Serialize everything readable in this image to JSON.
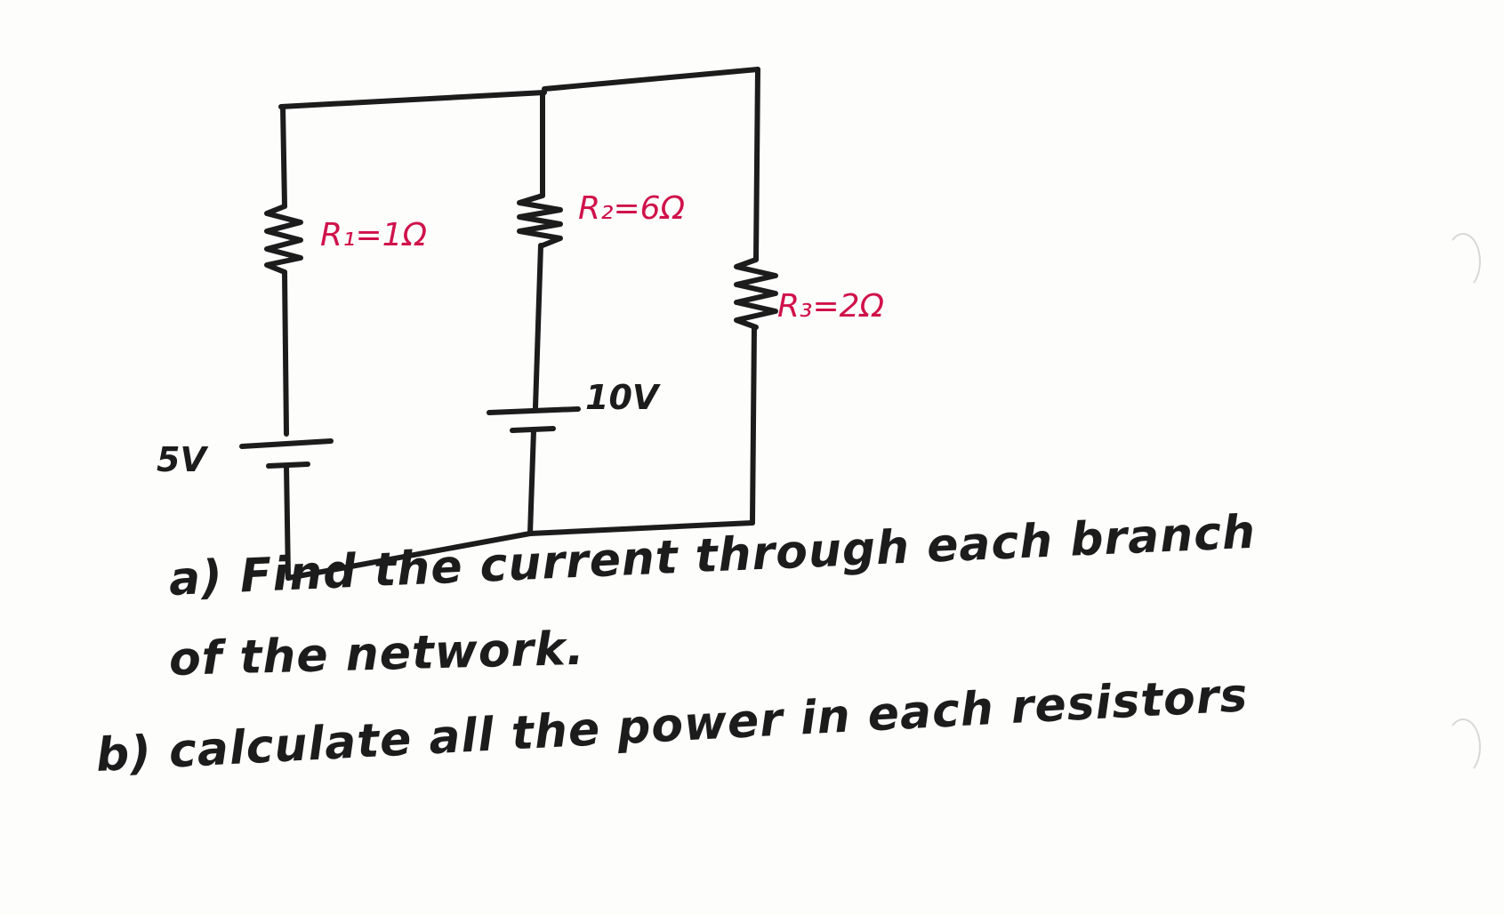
{
  "circuit": {
    "r1_label": "R₁=1Ω",
    "r2_label": "R₂=6Ω",
    "r3_label": "R₃=2Ω",
    "v1_label": "5V",
    "v2_label": "10V"
  },
  "questions": {
    "a_line1": "a) Find the current through each branch",
    "a_line2": "of the network.",
    "b_line1": "b) calculate all the power in each resistors"
  },
  "colors": {
    "ink": "#1c1c1c",
    "labels": "#d0124a"
  }
}
